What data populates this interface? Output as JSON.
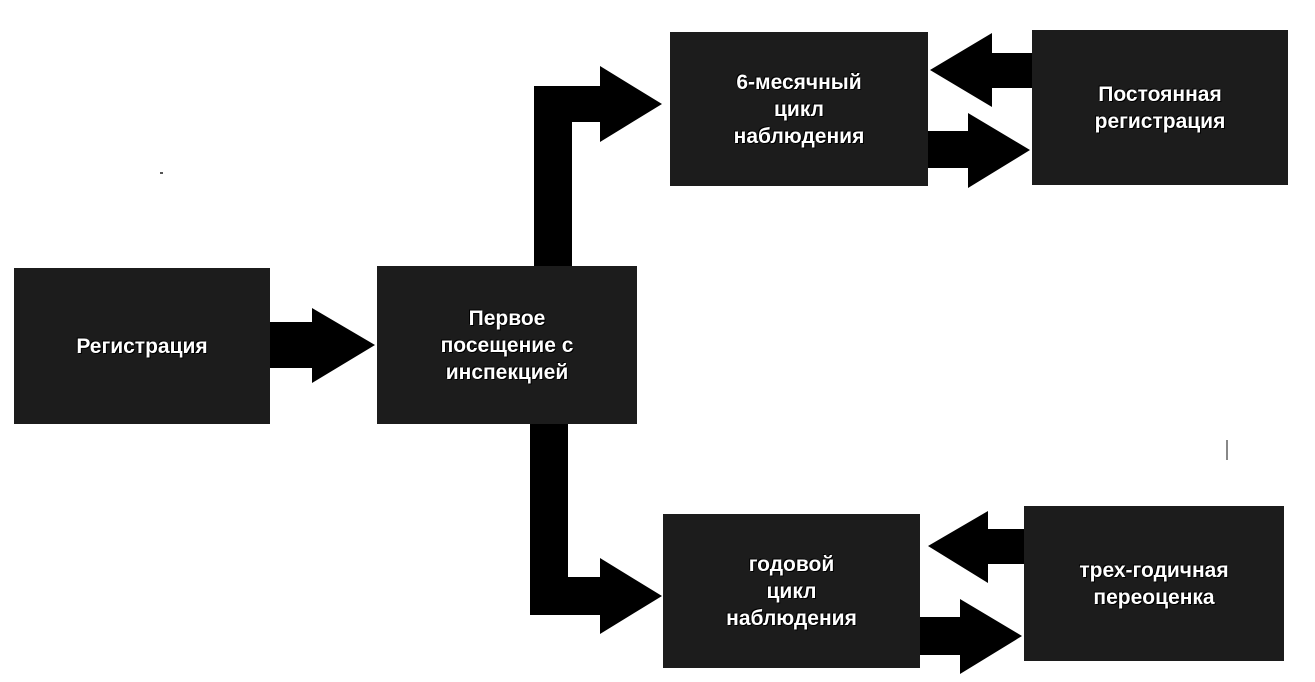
{
  "nodes": {
    "registration": "Регистрация",
    "first_visit": "Первое\nпосещение с\nинспекцией",
    "six_month_cycle": "6-месячный\nцикл\nнаблюдения",
    "permanent_registration": "Постоянная\nрегистрация",
    "annual_cycle": "годовой\nцикл\nнаблюдения",
    "three_year_reassessment": "трех-годичная\nпереоценка"
  },
  "colors": {
    "box_fill": "#1c1c1c",
    "arrow_fill": "#000000",
    "text": "#ffffff",
    "background": "#ffffff"
  }
}
